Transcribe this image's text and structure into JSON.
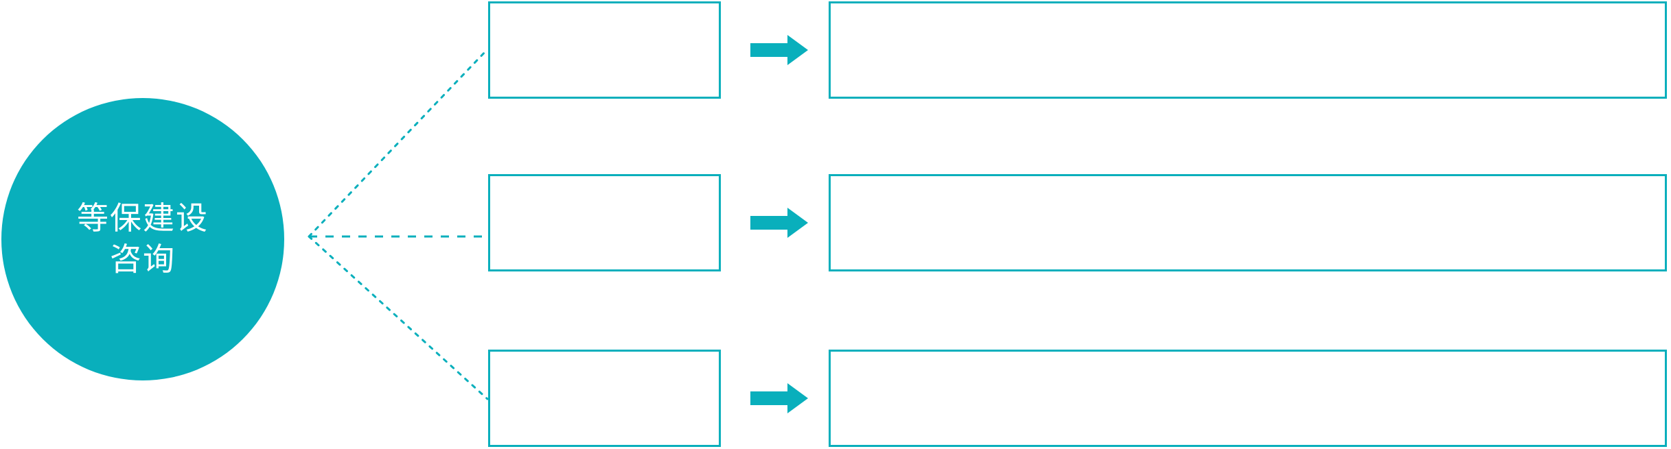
{
  "diagram": {
    "title": "",
    "accent_color": "#09AFBC",
    "background_color": "#FFFFFF",
    "hub": {
      "shape": "circle",
      "text_lines": [
        "等保建设",
        "咨询"
      ],
      "text_color": "#FFFFFF",
      "fill_color": "#09AFBC"
    },
    "connector": {
      "style": "dotted",
      "color": "#09AFBC",
      "origin_label": "hub-circle-right-edge",
      "branch_count": 3
    },
    "arrow": {
      "icon": "right-arrow-icon",
      "color": "#09AFBC",
      "direction": "right"
    },
    "rows": [
      {
        "id": "row-1",
        "stage_label": "",
        "detail_label": ""
      },
      {
        "id": "row-2",
        "stage_label": "",
        "detail_label": ""
      },
      {
        "id": "row-3",
        "stage_label": "",
        "detail_label": ""
      }
    ]
  }
}
